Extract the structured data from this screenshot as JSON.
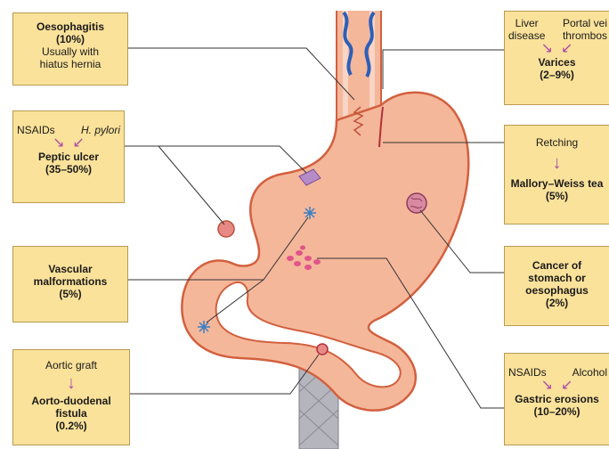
{
  "colors": {
    "box_fill": "#fbe29a",
    "box_border": "#b89a52",
    "tissue": "#f5b79a",
    "tissue_outline": "#d2603f",
    "arrow": "#b04aa6",
    "vein": "#2d5fb8",
    "aorta": "#a9a9b2"
  },
  "labels": {
    "oesophagitis": {
      "title": "Oesophagitis",
      "pct": "(10%)",
      "note1": "Usually with",
      "note2": "hiatus hernia"
    },
    "varices": {
      "cause1a": "Liver",
      "cause1b": "disease",
      "cause2a": "Portal vei",
      "cause2b": "thrombos",
      "title": "Varices",
      "pct": "(2–9%)"
    },
    "peptic": {
      "cause1": "NSAIDs",
      "cause2": "H. pylori",
      "title": "Peptic ulcer",
      "pct": "(35–50%)"
    },
    "mallory": {
      "cause": "Retching",
      "title": "Mallory–Weiss tea",
      "pct": "(5%)"
    },
    "vascular": {
      "title1": "Vascular",
      "title2": "malformations",
      "pct": "(5%)"
    },
    "cancer": {
      "t1": "Cancer of",
      "t2": "stomach or",
      "t3": "oesophagus",
      "pct": "(2%)"
    },
    "aorto": {
      "cause": "Aortic graft",
      "title1": "Aorto-duodenal",
      "title2": "fistula",
      "pct": "(0.2%)"
    },
    "erosions": {
      "cause1": "NSAIDs",
      "cause2": "Alcohol",
      "title": "Gastric erosions",
      "pct": "(10–20%)"
    }
  }
}
